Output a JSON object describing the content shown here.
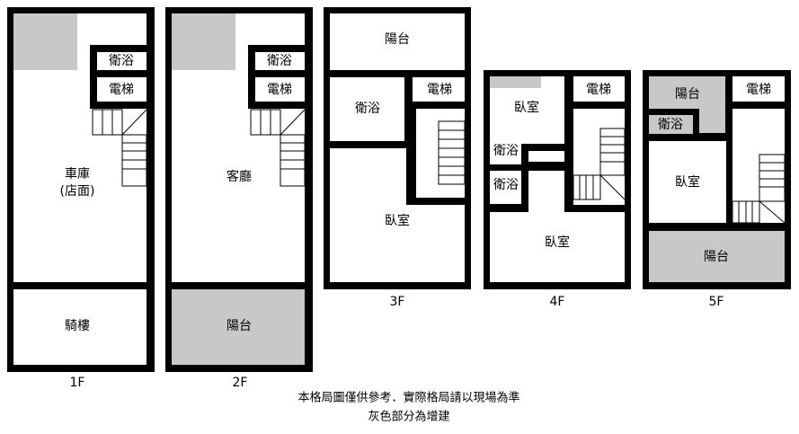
{
  "floors": [
    {
      "label": "1F",
      "rooms": {
        "bath": "衛浴",
        "elevator": "電梯",
        "garage": "車庫",
        "garage_sub": "(店面)",
        "arcade": "騎樓"
      }
    },
    {
      "label": "2F",
      "rooms": {
        "bath": "衛浴",
        "elevator": "電梯",
        "living": "客廳",
        "balcony": "陽台"
      }
    },
    {
      "label": "3F",
      "rooms": {
        "balcony": "陽台",
        "bath": "衛浴",
        "elevator": "電梯",
        "bedroom": "臥室"
      }
    },
    {
      "label": "4F",
      "rooms": {
        "bedroom_top": "臥室",
        "elevator": "電梯",
        "bath1": "衛浴",
        "bath2": "衛浴",
        "bedroom": "臥室"
      }
    },
    {
      "label": "5F",
      "rooms": {
        "balcony_top": "陽台",
        "elevator": "電梯",
        "bath": "衛浴",
        "bedroom": "臥室",
        "balcony": "陽台"
      }
    }
  ],
  "notes": [
    "本格局圖僅供參考．實際格局請以現場為準",
    "灰色部分為增建"
  ],
  "colors": {
    "wall": "#000000",
    "extension": "#c8c8c8"
  }
}
